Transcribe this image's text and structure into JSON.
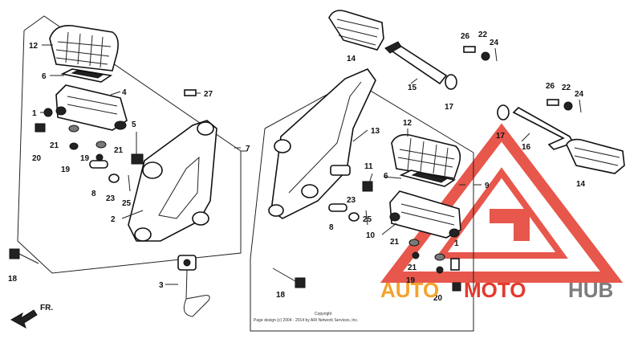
{
  "callouts": {
    "c1a": "1",
    "c1b": "1",
    "c2": "2",
    "c3": "3",
    "c4": "4",
    "c5": "5",
    "c6a": "6",
    "c6b": "6",
    "c7": "7",
    "c8a": "8",
    "c8b": "8",
    "c9": "9",
    "c10": "10",
    "c11": "11",
    "c12a": "12",
    "c12b": "12",
    "c13": "13",
    "c14a": "14",
    "c14b": "14",
    "c15": "15",
    "c16": "16",
    "c17a": "17",
    "c17b": "17",
    "c18a": "18",
    "c18b": "18",
    "c19a": "19",
    "c19b": "19",
    "c20a": "20",
    "c20b": "20",
    "c21a": "21",
    "c21b": "21",
    "c21c": "21",
    "c21d": "21",
    "c22a": "22",
    "c22b": "22",
    "c23a": "23",
    "c23b": "23",
    "c24a": "24",
    "c24b": "24",
    "c25a": "25",
    "c25b": "25",
    "c26a": "26",
    "c26b": "26",
    "c27": "27"
  },
  "front_label": "FR.",
  "copyright_line1": "Copyright",
  "copyright_line2": "Page design (c) 2004 - 2014 by ARI Network Services, Inc.",
  "watermark": {
    "auto": "AUTO",
    "moto": "MOTO",
    "hub": "HUB"
  },
  "colors": {
    "watermark_red": "#e33a2d",
    "watermark_orange": "#f3a32c",
    "watermark_grey": "#7d7d7d"
  }
}
